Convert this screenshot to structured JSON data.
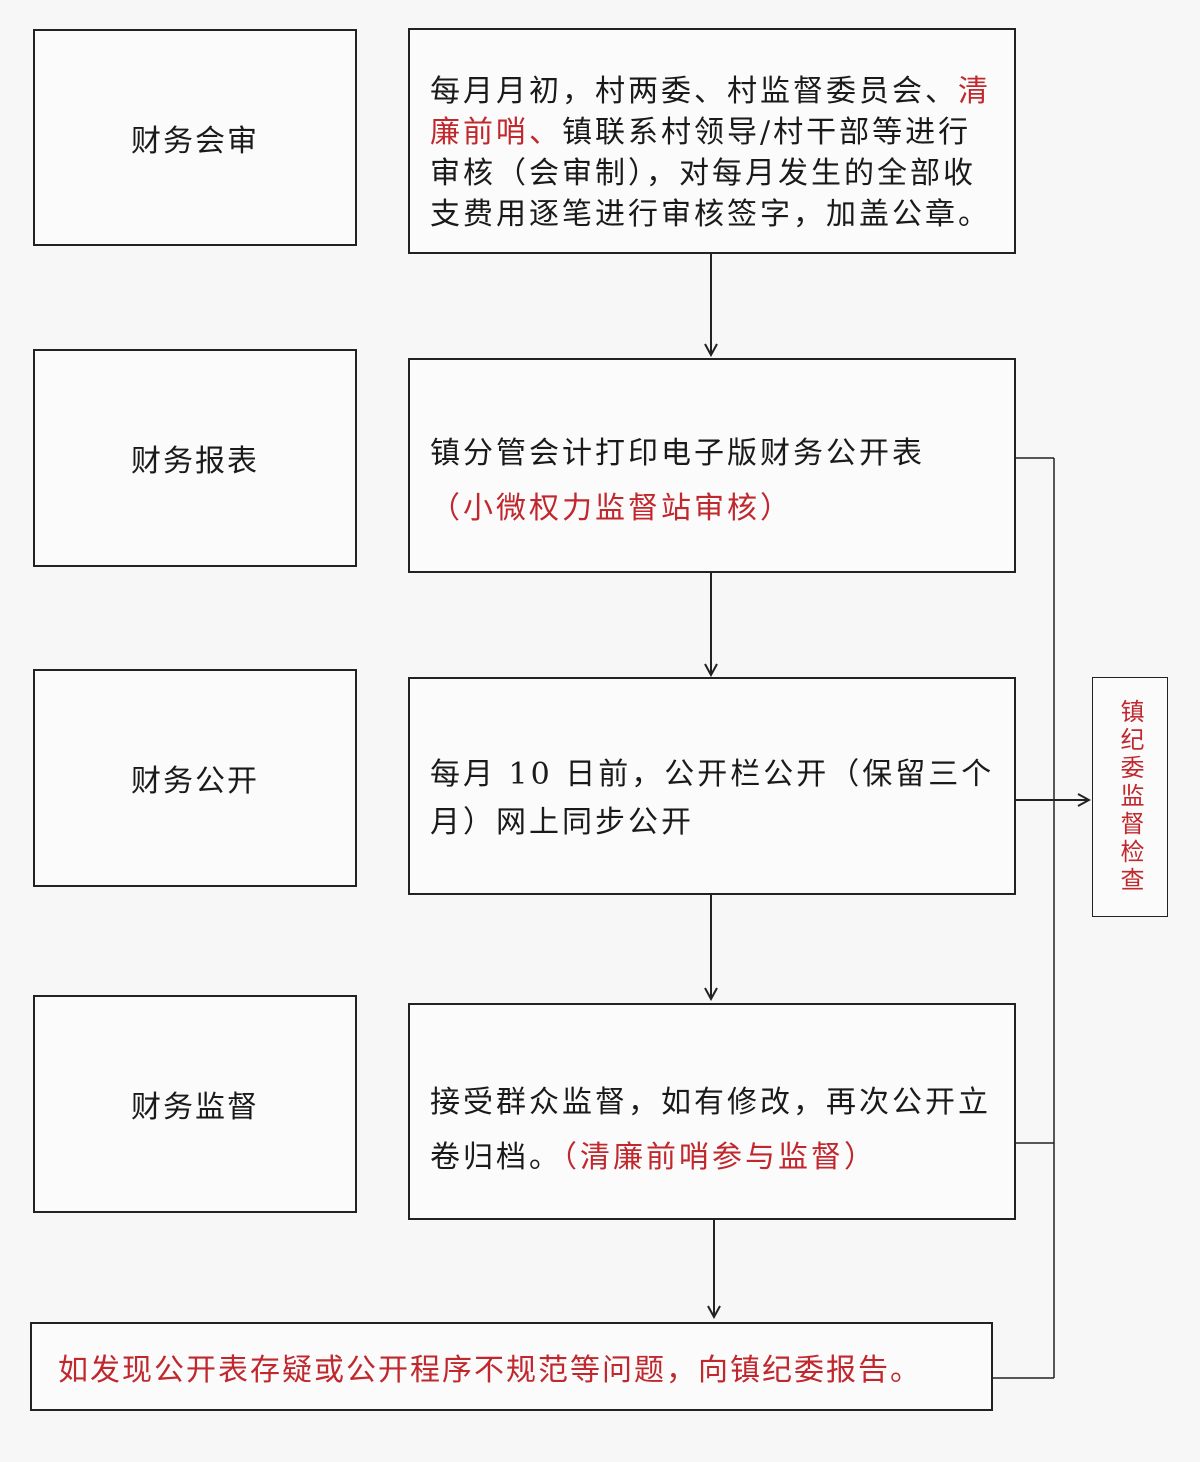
{
  "steps": [
    {
      "label": "财务会审",
      "text": "每月月初，村两委、村监督委员会、",
      "red": "清廉前哨、",
      "text2": "镇联系村领导/村干部等进行审核（会审制），对每月发生的全部收支费用逐笔进行审核签字，加盖公章。"
    },
    {
      "label": "财务报表",
      "text": "镇分管会计打印电子版财务公开表",
      "red": "（小微权力监督站审核）"
    },
    {
      "label": "财务公开",
      "text": "每月 10 日前，公开栏公开（保留三个月）网上同步公开"
    },
    {
      "label": "财务监督",
      "text": "接受群众监督，如有修改，再次公开立卷归档。",
      "red": "（清廉前哨参与监督）"
    }
  ],
  "final_box": {
    "text": "如发现公开表存疑或公开程序不规范等问题，向镇纪委报告。"
  },
  "side_box": {
    "text": "镇纪委监督检查"
  },
  "colors": {
    "accent_red": "#c0282e",
    "line": "#222222"
  }
}
